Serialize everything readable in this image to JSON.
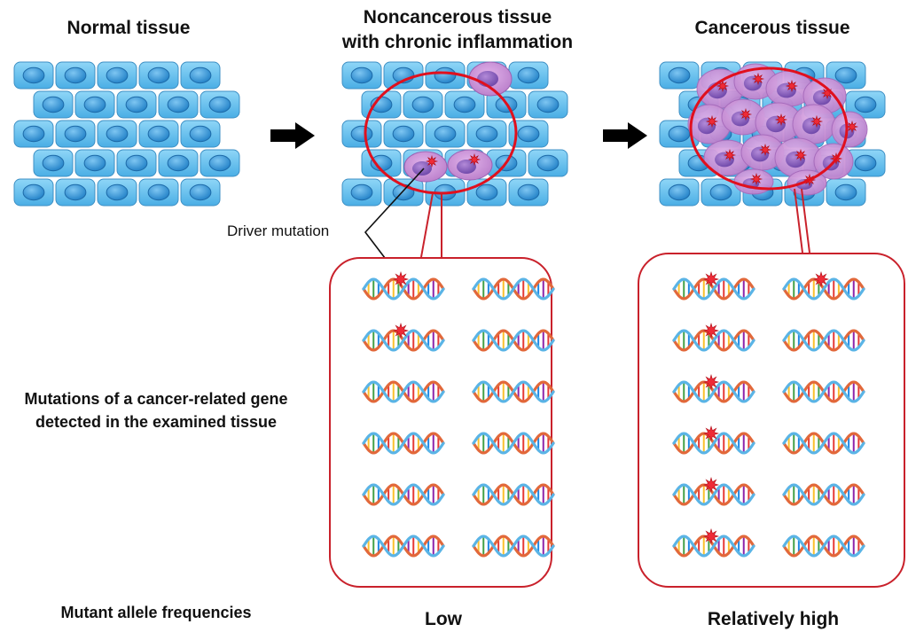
{
  "stages": {
    "normal": {
      "title": "Normal tissue"
    },
    "inflamed": {
      "title_line1": "Noncancerous tissue",
      "title_line2": "with chronic inflammation"
    },
    "cancer": {
      "title": "Cancerous tissue"
    }
  },
  "callout": {
    "driver_mutation": "Driver mutation"
  },
  "row_labels": {
    "mutations_line1": "Mutations of a cancer-related gene",
    "mutations_line2": "detected in the examined tissue",
    "allele_frequency": "Mutant allele frequencies"
  },
  "frequencies": {
    "inflamed": "Low",
    "cancer": "Relatively high"
  },
  "dna_panels": {
    "inflamed": {
      "rows": 6,
      "cols": 2,
      "mutated_cells": [
        [
          0,
          0
        ],
        [
          1,
          0
        ]
      ]
    },
    "cancer": {
      "rows": 6,
      "cols": 2,
      "mutated_cells": [
        [
          0,
          0
        ],
        [
          0,
          1
        ],
        [
          1,
          0
        ],
        [
          2,
          0
        ],
        [
          3,
          0
        ],
        [
          4,
          0
        ],
        [
          5,
          0
        ]
      ]
    }
  },
  "colors": {
    "normal_cell": "#5bb8e8",
    "cell_outline": "#3d8fc4",
    "nucleus": "#2f8fd0",
    "abnormal_cell": "#c78ad3",
    "highlight_ring": "#e0101e",
    "mutation_star": "#ee2a36",
    "panel_border": "#c9212b"
  }
}
